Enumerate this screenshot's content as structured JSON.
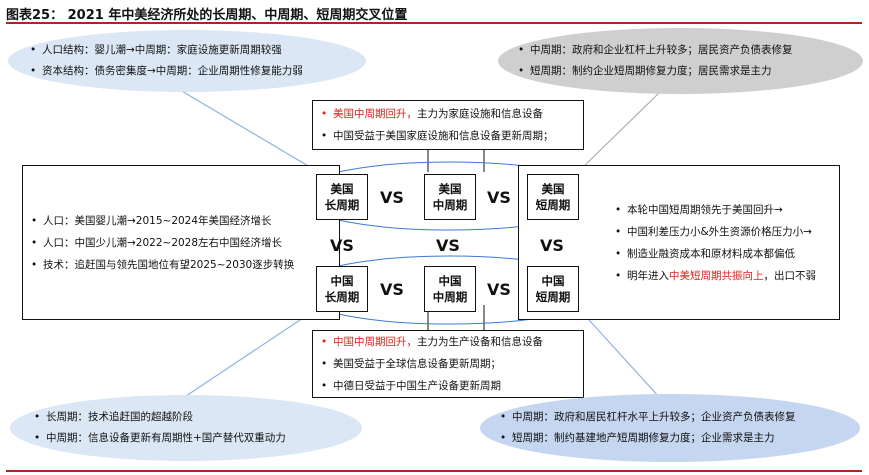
{
  "title": "图表25：  2021 年中美经济所处的长周期、中周期、短周期交叉位置",
  "top_left": [
    "人口结构：婴儿潮→中周期：家庭设施更新周期较强",
    "资本结构：债务密集度→中周期：企业周期性修复能力弱"
  ],
  "top_right": [
    "中周期：政府和企业杠杆上升较多；居民资产负债表修复",
    "短周期：制约企业短周期修复力度；居民需求是主力"
  ],
  "upper_center": [
    {
      "text": "美国中周期回升，",
      "highlight": true,
      "rest": "主力为家庭设施和信息设备"
    },
    {
      "text": "中国受益于美国家庭设施和信息设备更新周期；",
      "highlight": false,
      "rest": ""
    }
  ],
  "left_box": [
    "人口：美国婴儿潮→2015~2024年美国经济增长",
    "人口：中国少儿潮→2022~2028左右中国经济增长",
    "技术：追赶国与领先国地位有望2025~2030逐步转换"
  ],
  "right_box": [
    {
      "text": "本轮中国短周期领先于美国回升→",
      "highlight": "",
      "rest": ""
    },
    {
      "text": "中国利差压力小&外生资源价格压力小→",
      "highlight": "",
      "rest": ""
    },
    {
      "text": "制造业融资成本和原材料成本都偏低",
      "highlight": "",
      "rest": ""
    },
    {
      "text": "明年进入",
      "highlight": "中美短周期共振向上",
      "rest": "，出口不弱"
    }
  ],
  "lower_center": [
    {
      "text": "中国中周期回升，",
      "highlight": true,
      "rest": "主力为生产设备和信息设备"
    },
    {
      "text": "美国受益于全球信息设备更新周期；",
      "highlight": false,
      "rest": ""
    },
    {
      "text": "中德日受益于中国生产设备更新周期",
      "highlight": false,
      "rest": ""
    }
  ],
  "bottom_left": [
    "长周期：技术追赶国的超越阶段",
    "中周期：信息设备更新有周期性+国产替代双重动力"
  ],
  "bottom_right": [
    "中周期：政府和居民杠杆水平上升较多；企业资产负债表修复",
    "短周期：制约基建地产短周期修复力度；企业需求是主力"
  ],
  "cells": {
    "us_long": [
      "美国",
      "长周期"
    ],
    "us_mid": [
      "美国",
      "中周期"
    ],
    "us_short": [
      "美国",
      "短周期"
    ],
    "cn_long": [
      "中国",
      "长周期"
    ],
    "cn_mid": [
      "中国",
      "中周期"
    ],
    "cn_short": [
      "中国",
      "短周期"
    ]
  },
  "vs_label": "VS",
  "bullet": "•",
  "colors": {
    "accent": "#e0201b",
    "rule": "#b22222",
    "blue_fill": "#dbe7f5",
    "gray_fill": "#cfcfcf",
    "ring_blue": "#3a7bd5"
  }
}
